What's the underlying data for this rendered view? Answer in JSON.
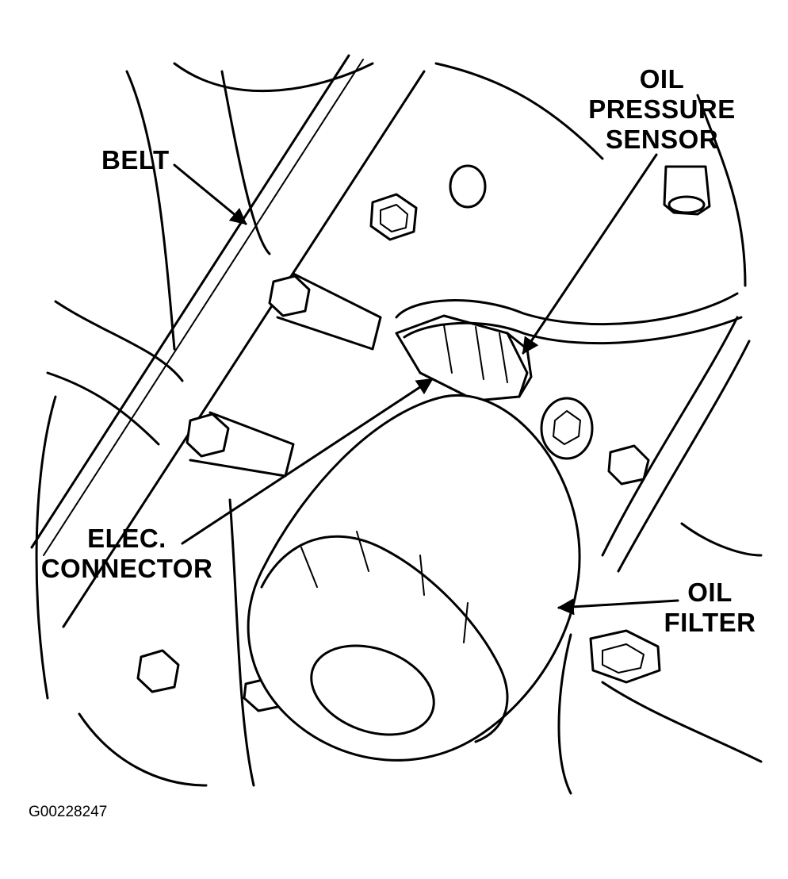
{
  "labels": {
    "belt": "BELT",
    "oil_pressure_sensor": [
      "OIL",
      "PRESSURE",
      "SENSOR"
    ],
    "elec_connector": [
      "ELEC.",
      "CONNECTOR"
    ],
    "oil_filter": [
      "OIL",
      "FILTER"
    ]
  },
  "figure_id": "G00228247"
}
